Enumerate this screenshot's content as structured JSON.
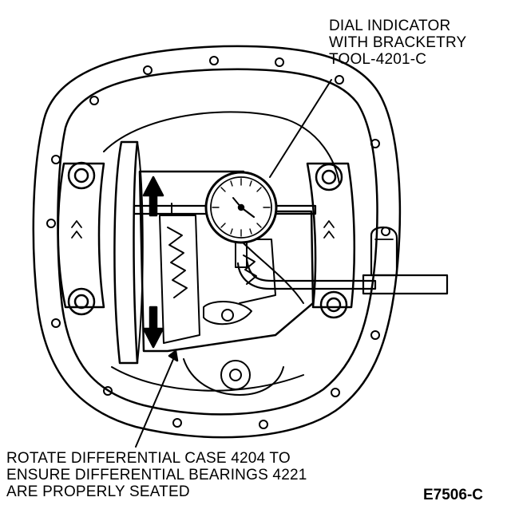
{
  "callout_top": {
    "lines": [
      "DIAL INDICATOR",
      "WITH BRACKETRY",
      "TOOL-4201-C"
    ]
  },
  "callout_bottom": {
    "lines": [
      "ROTATE DIFFERENTIAL CASE 4204 TO",
      "ENSURE DIFFERENTIAL BEARINGS 4221",
      "ARE PROPERLY SEATED"
    ]
  },
  "figure_id": "E7506-C",
  "colors": {
    "ink": "#000000",
    "paper": "#ffffff"
  },
  "icons": [
    "up-arrow-icon",
    "down-arrow-icon",
    "dial-gauge-icon"
  ]
}
